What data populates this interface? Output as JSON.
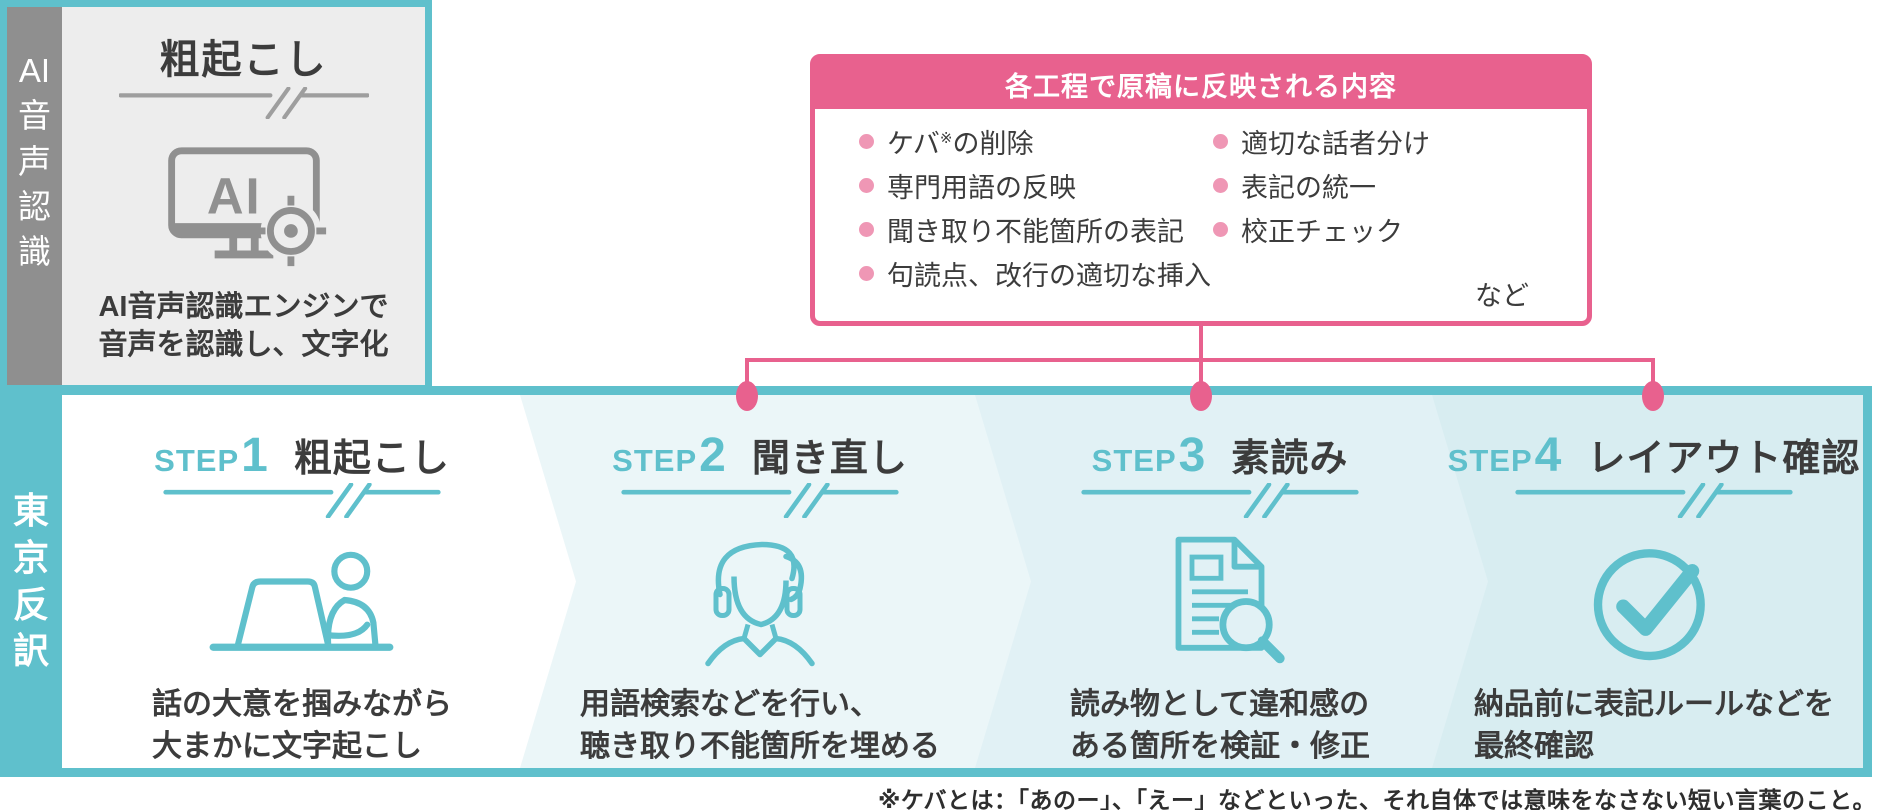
{
  "ai_section": {
    "sidebar_label": "AI音声認識",
    "sidebar_chars": [
      "AI",
      "音",
      "声",
      "認",
      "識"
    ],
    "title": "粗起こし",
    "icon": "ai-monitor-target-icon",
    "description_line1": "AI音声認識エンジンで",
    "description_line2": "音声を認識し、文字化"
  },
  "reflect_box": {
    "title": "各工程で原稿に反映される内容",
    "item_keba": {
      "pre": "ケバ",
      "sup": "※",
      "post": "の削除"
    },
    "items_left_rest": [
      "専門用語の反映",
      "聞き取り不能箇所の表記",
      "句読点、改行の適切な挿入"
    ],
    "items_right": [
      "適切な話者分け",
      "表記の統一",
      "校正チェック"
    ],
    "etc_label": "など"
  },
  "steps_section": {
    "sidebar_label": "東京反訳",
    "sidebar_chars": [
      "東",
      "京",
      "反",
      "訳"
    ],
    "steps": [
      {
        "step_word": "STEP",
        "number": "1",
        "name": "粗起こし",
        "icon": "typist-laptop-icon",
        "desc_line1": "話の大意を掴みながら",
        "desc_line2": "大まかに文字起こし"
      },
      {
        "step_word": "STEP",
        "number": "2",
        "name": "聞き直し",
        "icon": "headset-person-icon",
        "desc_line1": "用語検索などを行い、",
        "desc_line2": "聴き取り不能箇所を埋める"
      },
      {
        "step_word": "STEP",
        "number": "3",
        "name": "素読み",
        "icon": "document-magnifier-icon",
        "desc_line1": "読み物として違和感の",
        "desc_line2": "ある箇所を検証・修正"
      },
      {
        "step_word": "STEP",
        "number": "4",
        "name": "レイアウト確認",
        "icon": "check-circle-icon",
        "desc_line1": "納品前に表記ルールなどを",
        "desc_line2": "最終確認"
      }
    ]
  },
  "footnote": "※ケバとは：「あのー」、「えー」などといった、それ自体では意味をなさない短い言葉のこと。",
  "colors": {
    "teal": "#5fc0cc",
    "pink": "#e8618e",
    "pink_bullet": "#ef97b5",
    "sidebar_gray": "#8f8f8f",
    "panel_gray": "#ededed",
    "text_dark": "#3c3c3c",
    "step2_bg": "#ebf6f8",
    "step3_bg": "#e1f1f5",
    "step4_bg": "#d8edf1"
  }
}
